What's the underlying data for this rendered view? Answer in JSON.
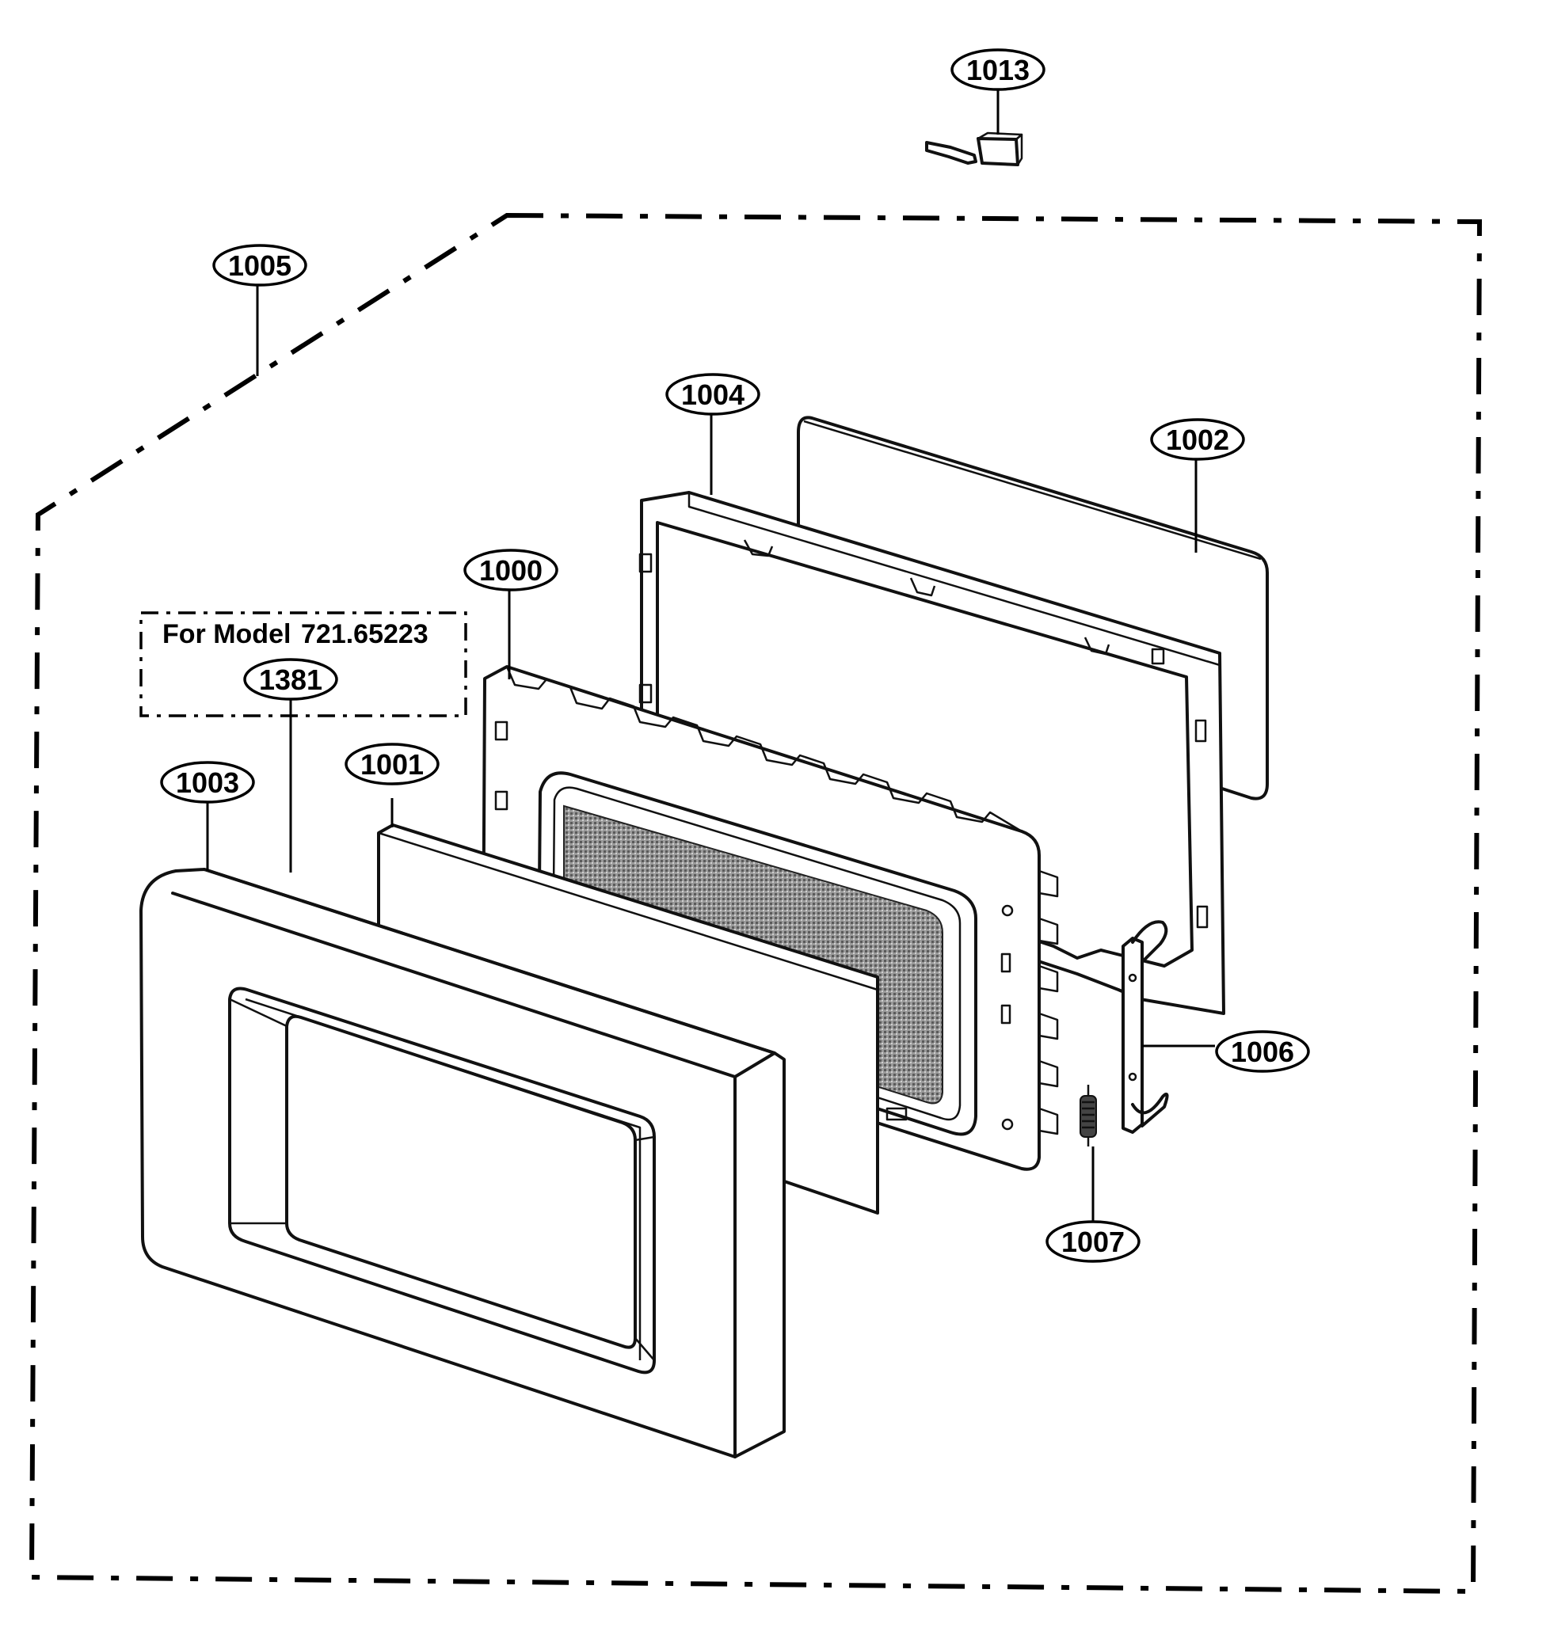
{
  "note": {
    "prefix": "For Model",
    "model": "721.65223",
    "part": "1381"
  },
  "callouts": {
    "p1013": "1013",
    "p1005": "1005",
    "p1004": "1004",
    "p1002": "1002",
    "p1000": "1000",
    "p1001": "1001",
    "p1003": "1003",
    "p1006": "1006",
    "p1007": "1007"
  }
}
